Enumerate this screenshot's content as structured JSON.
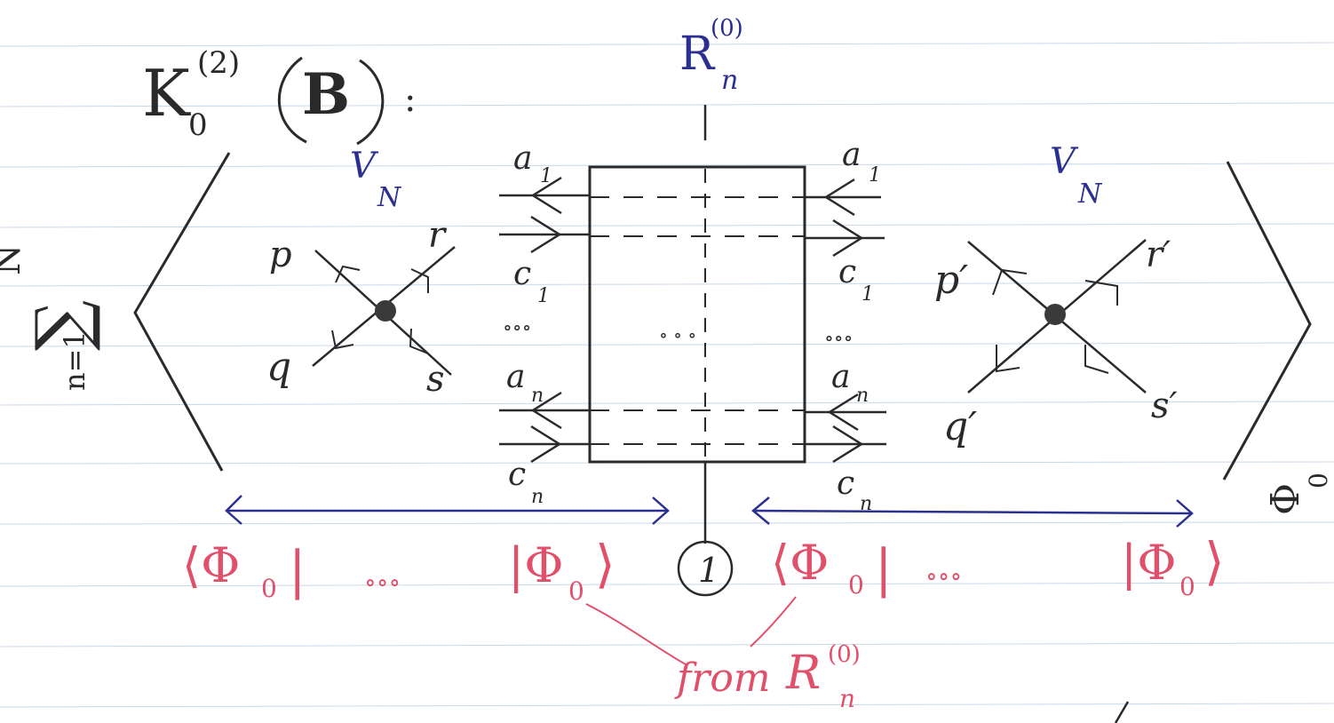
{
  "notation": {
    "title_K": "K",
    "title_K_sup": "(2)",
    "title_K_sub": "0",
    "title_arg": "B",
    "title_colon": ":",
    "sum_symbol": "∑",
    "sum_upper": "N",
    "sum_lower": "n=1",
    "R_symbol": "R",
    "R_sup": "(0)",
    "R_sub": "n",
    "vertex_left": {
      "label": "V",
      "sub": "N",
      "p": "p",
      "r": "r",
      "q": "q",
      "s": "s"
    },
    "vertex_right": {
      "label": "V",
      "sub": "N",
      "p": "p′",
      "r": "r′",
      "q": "q′",
      "s": "s′"
    },
    "box_left_labels": {
      "a1": "a",
      "a1_sub": "1",
      "c1": "c",
      "c1_sub": "1",
      "dots": "∘∘∘",
      "an": "a",
      "an_sub": "n",
      "cn": "c",
      "cn_sub": "n"
    },
    "box_right_labels": {
      "a1": "a",
      "a1_sub": "1",
      "c1": "c",
      "c1_sub": "1",
      "dots": "∘∘∘",
      "an": "a",
      "an_sub": "n",
      "cn": "c",
      "cn_sub": "n"
    },
    "box_center_dots": "∘ ∘ ∘",
    "phi_right_label": "Φ",
    "phi_right_sub": "0",
    "circle_one": "1"
  },
  "annotations": {
    "bra_left": "⟨Φ",
    "bra_left_sub": "0",
    "bra_left_bar": "|",
    "dots_left": "∘∘∘",
    "ket_left": "|Φ",
    "ket_left_sub": "0",
    "ket_left_close": "⟩",
    "bra_right": "⟨Φ",
    "bra_right_sub": "0",
    "bra_right_bar": "|",
    "dots_right": "∘∘∘",
    "ket_right": "|Φ",
    "ket_right_sub": "0",
    "ket_right_close": "⟩",
    "from_text": "from",
    "from_R": "R",
    "from_R_sup": "(0)",
    "from_R_sub": "n"
  },
  "colors": {
    "ink": "#2a2a2a",
    "blue_ink": "#2b2f8f",
    "red_ink": "#e0506a",
    "rule_line": "#c8d8e8",
    "paper": "#ffffff"
  }
}
